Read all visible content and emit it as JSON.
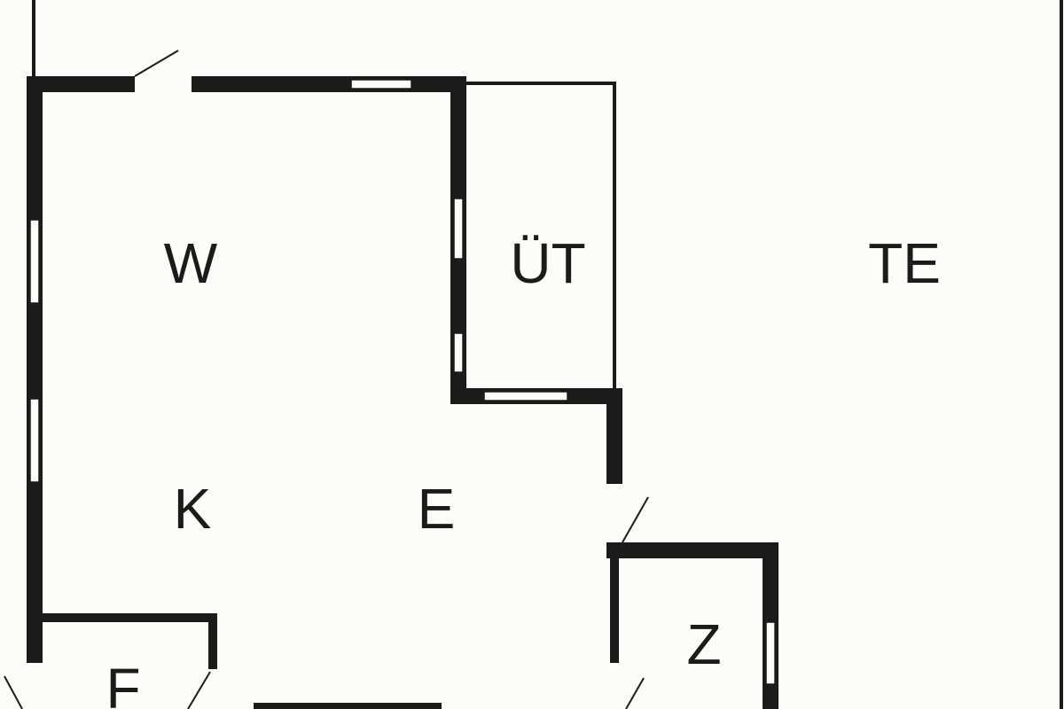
{
  "colors": {
    "background": "#fcfdf8",
    "wall": "#1b1b1b",
    "window_fill": "#fcfdf8",
    "label": "#1b1b1b"
  },
  "rooms": [
    {
      "id": "w",
      "label": "W"
    },
    {
      "id": "ut",
      "label": "ÜT"
    },
    {
      "id": "te",
      "label": "TE"
    },
    {
      "id": "k",
      "label": "K"
    },
    {
      "id": "e",
      "label": "E"
    },
    {
      "id": "z",
      "label": "Z"
    },
    {
      "id": "f",
      "label": "F"
    }
  ]
}
